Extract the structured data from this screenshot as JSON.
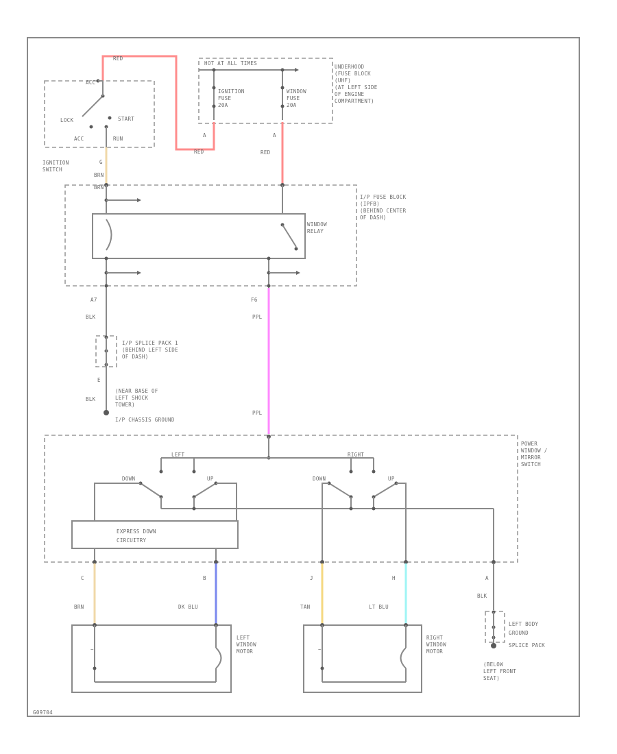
{
  "fuse_box_under_hood": {
    "header": "HOT AT ALL TIMES",
    "desc": [
      "UNDERHOOD",
      "(FUSE BLOCK",
      "(UHF)",
      "(AT LEFT SIDE",
      "OF ENGINE",
      "COMPARTMENT)"
    ],
    "fuse1": [
      "IGNITION",
      "FUSE",
      "20A"
    ],
    "fuse2": [
      "WINDOW",
      "FUSE",
      "20A"
    ],
    "pins": [
      "A",
      "A"
    ]
  },
  "ignition_switch": {
    "positions": [
      "ACC",
      "LOCK",
      "START",
      "RUN",
      "ACC"
    ],
    "name": [
      "IGNITION",
      "SWITCH"
    ]
  },
  "ip_fuse_block": {
    "desc": [
      "I/P FUSE BLOCK",
      "(IPFB)",
      "(BEHIND CENTER",
      "OF DASH)"
    ],
    "relay": [
      "WINDOW",
      "RELAY"
    ],
    "pins": [
      "A7",
      "F6"
    ]
  },
  "splice_pack": {
    "desc": [
      "I/P SPLICE PACK 1",
      "(BEHIND LEFT SIDE",
      "OF DASH)"
    ],
    "pin": "E",
    "ground_desc": [
      "(NEAR BASE OF",
      "LEFT SHOCK",
      "TOWER)",
      "I/P CHASSIS GROUND"
    ]
  },
  "wires": {
    "red": "RED",
    "brn": "BRN",
    "blk": "BLK",
    "ppl": "PPL",
    "dk_blu": "DK BLU",
    "tan": "TAN",
    "lt_blu": "LT BLU",
    "g": "G"
  },
  "master_switch": {
    "desc": [
      "POWER",
      "WINDOW /",
      "MIRROR",
      "SWITCH"
    ],
    "left_label": "LEFT",
    "right_label": "RIGHT",
    "down": "DOWN",
    "up": "UP",
    "express": [
      "EXPRESS DOWN",
      "CIRCUITRY"
    ],
    "pins": [
      "C",
      "B",
      "J",
      "H",
      "A"
    ]
  },
  "left_motor": [
    "LEFT",
    "WINDOW",
    "MOTOR"
  ],
  "right_motor": [
    "RIGHT",
    "WINDOW",
    "MOTOR"
  ],
  "body_ground": {
    "desc": [
      "LEFT BODY",
      "GROUND",
      "SPLICE PACK"
    ],
    "location": [
      "(BELOW",
      "LEFT FRONT",
      "SEAT)"
    ]
  },
  "footer_code": "G09704",
  "colors": {
    "red": "#ff8c8c",
    "brn": "#f0d8a8",
    "ppl": "#ff88ff",
    "dk_blu": "#7a88ee",
    "tan": "#f5d880",
    "lt_blu": "#9ff5f5",
    "line": "#8a8a8a"
  }
}
